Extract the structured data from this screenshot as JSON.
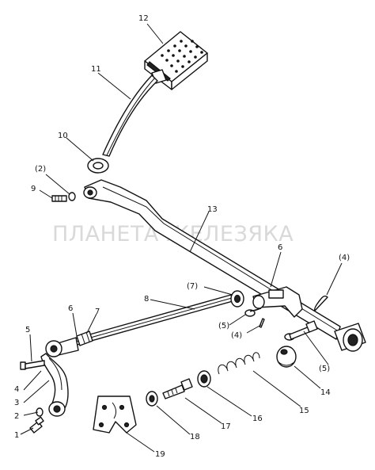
{
  "watermark": "ПЛАНЕТА ЖЕЛЕЗЯКА",
  "labels": {
    "l1": "1",
    "l2": "2",
    "l3": "3",
    "l4": "4",
    "l5": "5",
    "l6a": "6",
    "l7a": "7",
    "l8": "8",
    "l9": "9",
    "l10": "10",
    "l11": "11",
    "l12": "12",
    "l13": "13",
    "l2p": "(2)",
    "l6b": "6",
    "l4p_a": "(4)",
    "l7p": "(7)",
    "l5p_a": "(5)",
    "l4p_b": "(4)",
    "l5p_b": "(5)",
    "l14": "14",
    "l15": "15",
    "l16": "16",
    "l17": "17",
    "l18": "18",
    "l19": "19"
  }
}
